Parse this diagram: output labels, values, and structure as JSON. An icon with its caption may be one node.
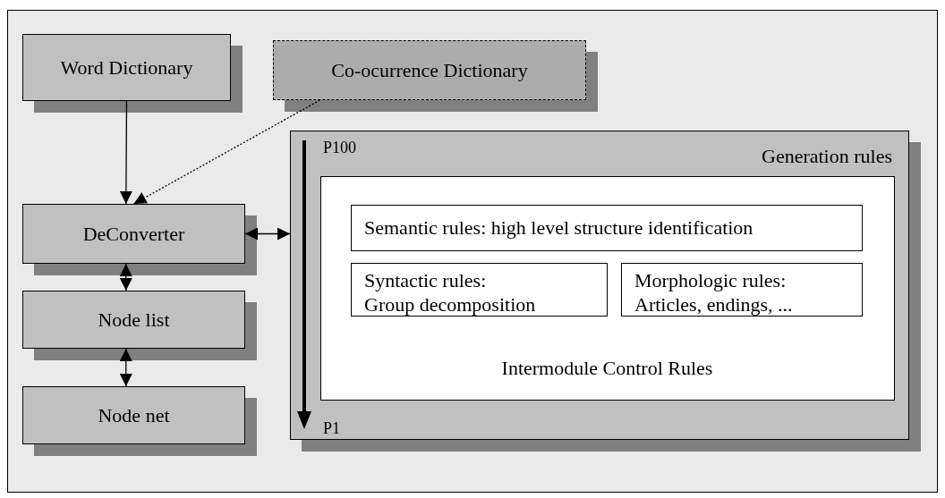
{
  "diagram": {
    "nodes": [
      {
        "text": [
          "Word Dictionary"
        ]
      },
      {
        "text": [
          "Co-ocurrence Dictionary"
        ]
      },
      {
        "text": [
          "DeConverter"
        ]
      },
      {
        "text": [
          "Node list"
        ]
      },
      {
        "text": [
          "Node net"
        ]
      },
      {
        "text": [
          "Generation rules"
        ]
      },
      {
        "text": [
          "Intermodule Control Rules"
        ],
        "in": 5
      },
      {
        "text": [
          "Semantic rules: high level structure identification"
        ],
        "in": 6
      },
      {
        "text": [
          "Syntactic rules: Group decomposition"
        ],
        "in": 6
      },
      {
        "text": [
          "Morphologic rules: Articles, endings, ..."
        ],
        "in": 6
      }
    ],
    "edges": [
      {
        "from": 0,
        "to": 2,
        "arrow": "to"
      },
      {
        "from": 1,
        "to": 2,
        "arrow": "to",
        "style": "dashed"
      },
      {
        "from": 2,
        "to": 5,
        "arrow": "both"
      },
      {
        "from": 2,
        "to": 3,
        "arrow": "both"
      },
      {
        "from": 3,
        "to": 4,
        "arrow": "both"
      }
    ],
    "labels": [
      "P100",
      "P1"
    ]
  }
}
